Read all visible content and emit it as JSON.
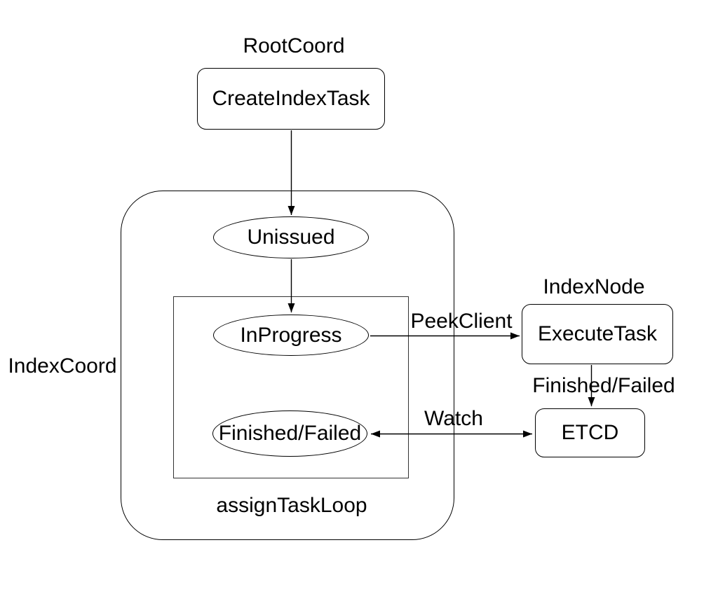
{
  "diagram": {
    "background": "#ffffff",
    "stroke_color": "#000000",
    "inner_rect_color": "#333333",
    "text_color": "#000000",
    "groups": {
      "root_coord": {
        "label": "RootCoord"
      },
      "index_coord": {
        "label": "IndexCoord",
        "loop_label": "assignTaskLoop"
      },
      "index_node": {
        "label": "IndexNode"
      }
    },
    "nodes": {
      "create_index_task": {
        "label": "CreateIndexTask",
        "shape": "rounded-rect"
      },
      "unissued": {
        "label": "Unissued",
        "shape": "ellipse"
      },
      "in_progress": {
        "label": "InProgress",
        "shape": "ellipse"
      },
      "finished_failed": {
        "label": "Finished/Failed",
        "shape": "ellipse"
      },
      "execute_task": {
        "label": "ExecuteTask",
        "shape": "rounded-rect"
      },
      "etcd": {
        "label": "ETCD",
        "shape": "rounded-rect"
      }
    },
    "edges": [
      {
        "from": "create_index_task",
        "to": "unissued",
        "label": "",
        "bidirectional": false
      },
      {
        "from": "unissued",
        "to": "in_progress",
        "label": "",
        "bidirectional": false
      },
      {
        "from": "in_progress",
        "to": "execute_task",
        "label": "PeekClient",
        "bidirectional": false
      },
      {
        "from": "execute_task",
        "to": "etcd",
        "label": "Finished/Failed",
        "bidirectional": false
      },
      {
        "from": "finished_failed",
        "to": "etcd",
        "label": "Watch",
        "bidirectional": true
      }
    ]
  }
}
